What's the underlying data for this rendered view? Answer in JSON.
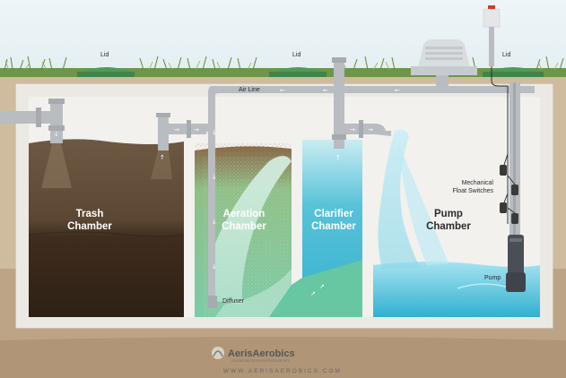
{
  "lids": [
    {
      "label": "Lid"
    },
    {
      "label": "Lid"
    },
    {
      "label": "Lid"
    }
  ],
  "air_line": {
    "label": "Air Line"
  },
  "chambers": {
    "trash": {
      "line1": "Trash",
      "line2": "Chamber"
    },
    "aeration": {
      "line1": "Aeration",
      "line2": "Chamber"
    },
    "clarifier": {
      "line1": "Clarifier",
      "line2": "Chamber"
    },
    "pump": {
      "line1": "Pump",
      "line2": "Chamber"
    }
  },
  "float_switches": {
    "line1": "Mechanical",
    "line2": "Float Switches"
  },
  "diffuser": {
    "label": "Diffuser"
  },
  "pump": {
    "label": "Pump"
  },
  "brand": {
    "name": "AerisAerobics",
    "tagline": "residential General Pretreatment",
    "url": "WWW.AERISAEROBICS.COM"
  },
  "colors": {
    "sky": "#eaf2f6",
    "grass": "#6f9a4a",
    "soil": "#cdb89b",
    "tank_wall": "#f2f1ee",
    "trash_sludge": "#3b2a1c",
    "trash_liquid": "#6a5641",
    "aeration": "#7fc8a4",
    "clarifier": "#59c3d8",
    "pump_water": "#6fd0e6",
    "pipe": "#b9bcc0",
    "lid": "#4f9a58"
  },
  "icons": [
    "arrow-icon",
    "pump-icon",
    "control-box-icon",
    "blower-icon"
  ]
}
